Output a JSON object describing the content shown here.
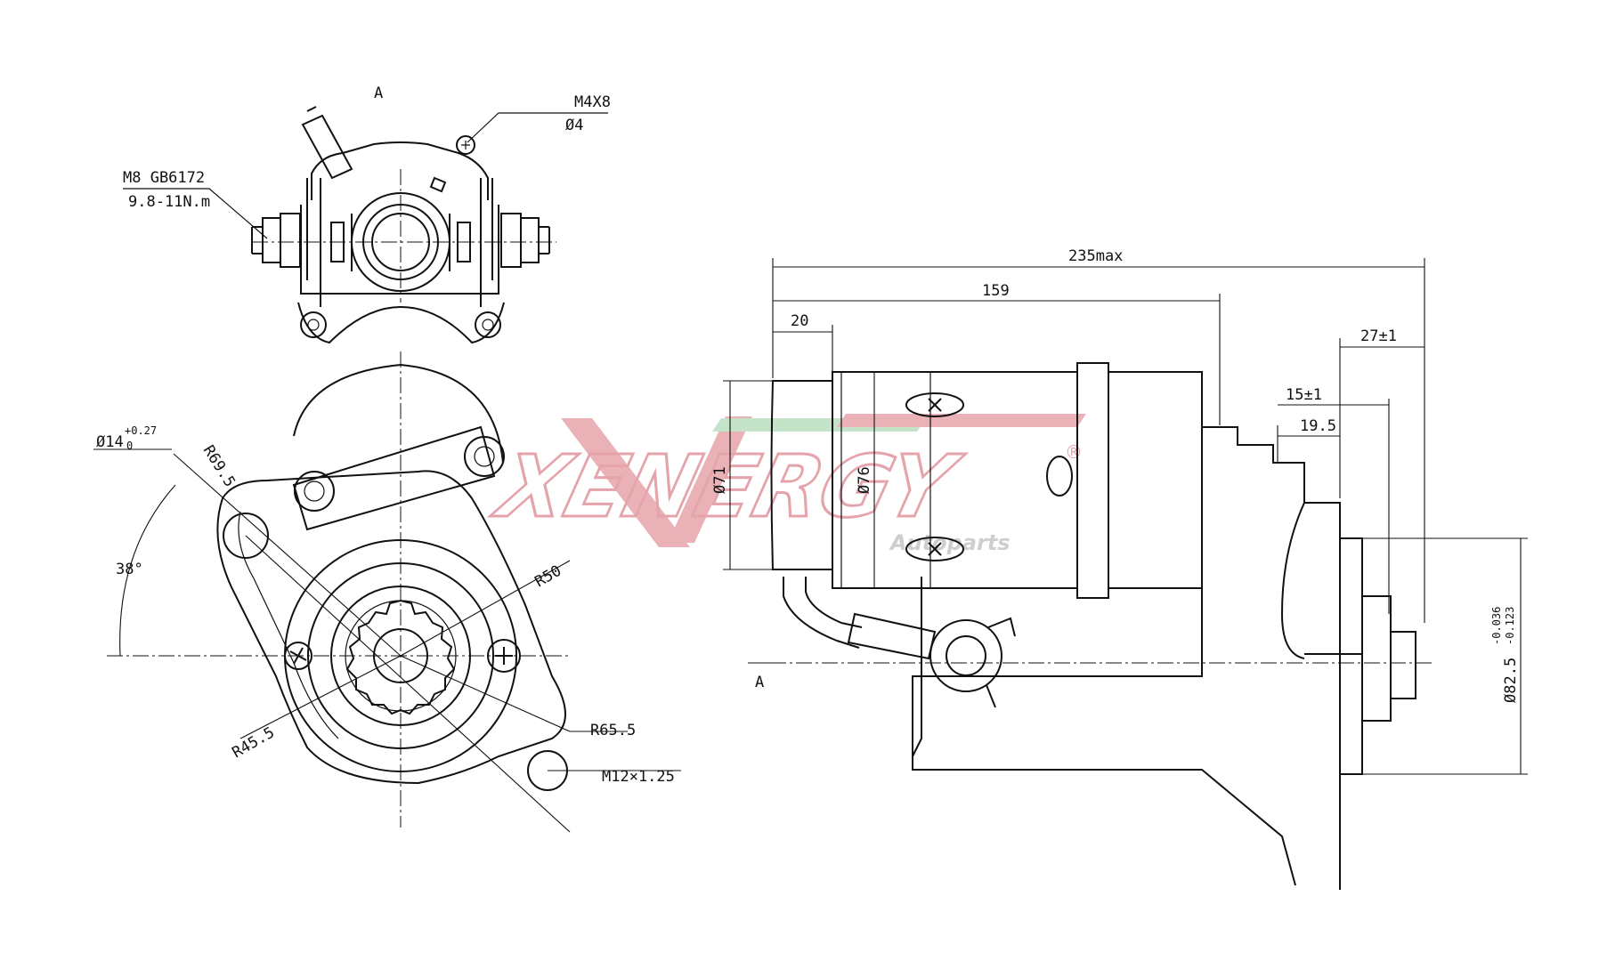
{
  "view_labels": {
    "view_top": "A",
    "view_side": "A"
  },
  "top_view": {
    "bolt_spec": "M8 GB6172",
    "torque_spec": "9.8-11N.m",
    "screw_spec": "M4X8",
    "screw_dia": "Ø4"
  },
  "front_view": {
    "hole_dia": "Ø14",
    "hole_tol_upper": "+0.27",
    "hole_tol_lower": "0",
    "r_outer_upper": "R69.5",
    "angle": "38°",
    "r_pinion": "R50",
    "r_inner": "R45.5",
    "r_outer_lower": "R65.5",
    "thread_spec": "M12×1.25"
  },
  "side_view": {
    "overall_length": "235max",
    "body_length": "159",
    "cap_length": "20",
    "dia_cap": "Ø71",
    "dia_body": "Ø76",
    "flange_offset": "27±1",
    "pinion_offset": "15±1",
    "pinion_width": "19.5",
    "pilot_dia": "Ø82.5",
    "pilot_tol_upper": "-0.036",
    "pilot_tol_lower": "-0.123"
  },
  "watermark": {
    "brand": "XENERGY",
    "tagline": "Autoparts",
    "registered": "®",
    "colors": {
      "red": "#e8aab0",
      "green": "#bfe0c4",
      "grey": "#cfcfcf"
    }
  }
}
